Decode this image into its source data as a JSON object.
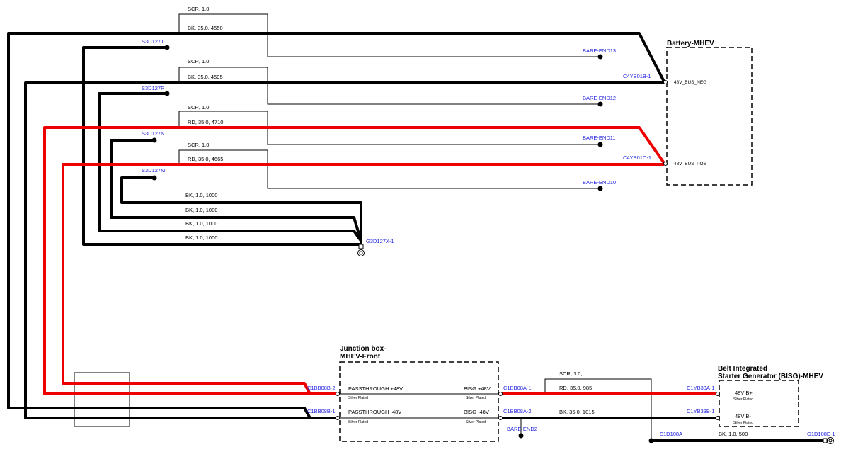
{
  "components": {
    "battery": {
      "title": "Battery-MHEV",
      "pin_neg": "48V_BUS_NEG",
      "pin_pos": "48V_BUS_POS"
    },
    "junction_box": {
      "title_line1": "Junction box-",
      "title_line2": "MHEV-Front",
      "row1_left": "PASSTHROUGH +48V",
      "row1_right": "BISG +48V",
      "row2_left": "PASSTHROUGH -48V",
      "row2_right": "BISG -48V",
      "plated": "Silver Plated"
    },
    "bisg": {
      "title_line1": "Belt Integrated",
      "title_line2": "Starter Generator (BISG)-MHEV",
      "pin_pos": "48V B+",
      "pin_neg": "48V B-",
      "plated": "Silver Plated"
    }
  },
  "connectors": {
    "c4yb01b": "C4YB01B-1",
    "c4yb01c": "C4YB01C-1",
    "c1bb08b2": "C1BB08B-2",
    "c1bb08b1": "C1BB08B-1",
    "c1bb08a1": "C1BB08A-1",
    "c1bb08a2": "C1BB08A-2",
    "c1yb33a": "C1YB33A-1",
    "c1yb33b": "C1YB33B-1"
  },
  "splices": {
    "s3d127t": "S3D127T",
    "s3d127p": "S3D127P",
    "s3d127n": "S3D127N",
    "s3d127m": "S3D127M",
    "s1d108a": "S1D108A"
  },
  "ground": {
    "g3d127x": "G3D127X-1",
    "g1d108e": "G1D108E-1"
  },
  "bare_ends": {
    "be13": "BARE-END13",
    "be12": "BARE-END12",
    "be11": "BARE-END11",
    "be10": "BARE-END10",
    "be2": "BARE-END2"
  },
  "wires": {
    "scr": "SCR,  1.0,",
    "w4550": "BK,  35.0,  4550",
    "w4595": "BK,  35.0,  4595",
    "w4710": "RD,  35.0,  4710",
    "w4665": "RD,  35.0,  4665",
    "g1": "BK,  1.0,  1000",
    "w985": "RD,  35.0,  985",
    "w1015": "BK,  35.0,  1015",
    "w500": "BK,  1.0,  500"
  },
  "colors": {
    "black_wire": "#000000",
    "red_wire": "#ee0000",
    "connector_text": "#1f1fe0"
  }
}
